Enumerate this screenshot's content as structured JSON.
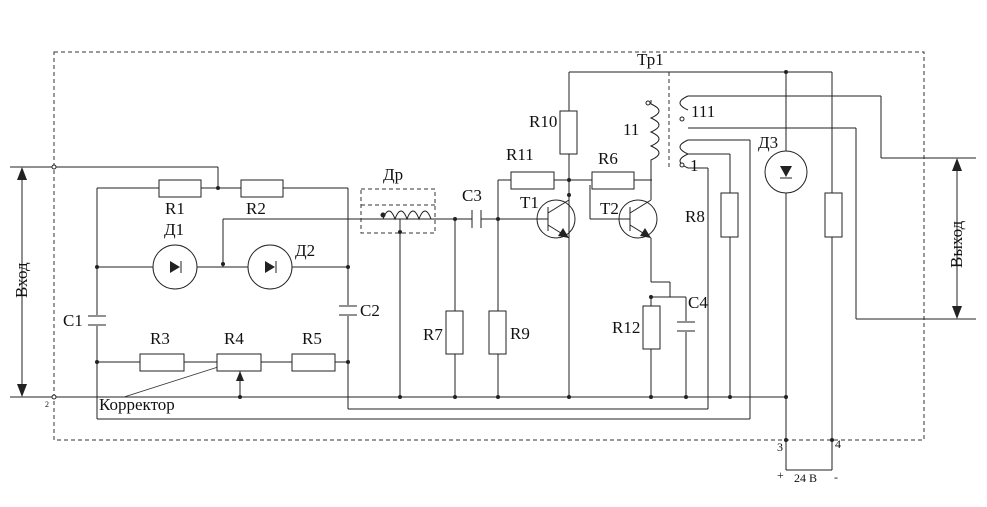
{
  "labels": {
    "input": "Вход",
    "output": "Выход",
    "transformer": "Тр1",
    "winding3": "111",
    "winding2": "11",
    "winding1": "1",
    "choke": "Др",
    "R1": "R1",
    "R2": "R2",
    "R3": "R3",
    "R4": "R4",
    "R5": "R5",
    "R6": "R6",
    "R7": "R7",
    "R8": "R8",
    "R9": "R9",
    "R10": "R10",
    "R11": "R11",
    "R12": "R12",
    "C1": "C1",
    "C2": "C2",
    "C3": "C3",
    "C4": "C4",
    "D1": "Д1",
    "D2": "Д2",
    "D3": "Д3",
    "T1": "T1",
    "T2": "T2",
    "corrector": "Корректор",
    "pin2": "2",
    "pin3": "3",
    "pin4": "4",
    "plus": "+",
    "minus": "-",
    "supply": "24 В"
  }
}
